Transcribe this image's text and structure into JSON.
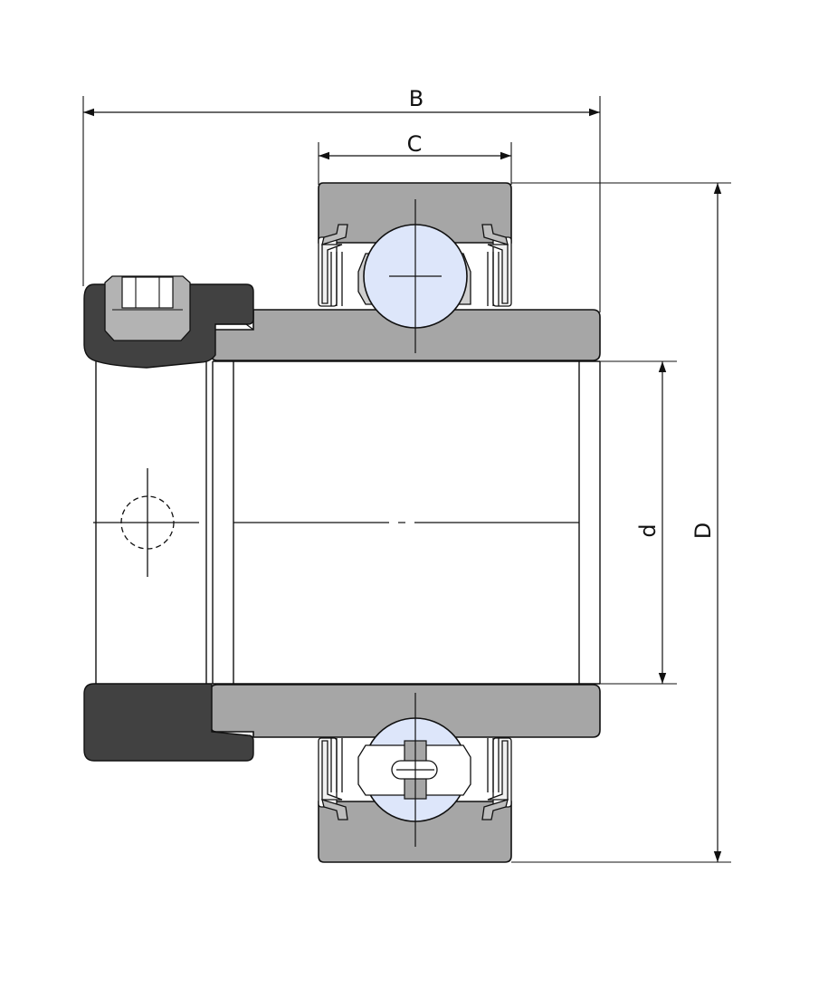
{
  "labels": {
    "width_overall": "B",
    "width_outer_ring": "C",
    "bore_diameter": "d",
    "outer_diameter": "D"
  },
  "colors": {
    "ring_fill": "#a6a6a6",
    "collar_fill": "#414141",
    "ball_fill": "#dde6fa",
    "line": "#111111",
    "seal_fill": "#d9d9d9"
  }
}
